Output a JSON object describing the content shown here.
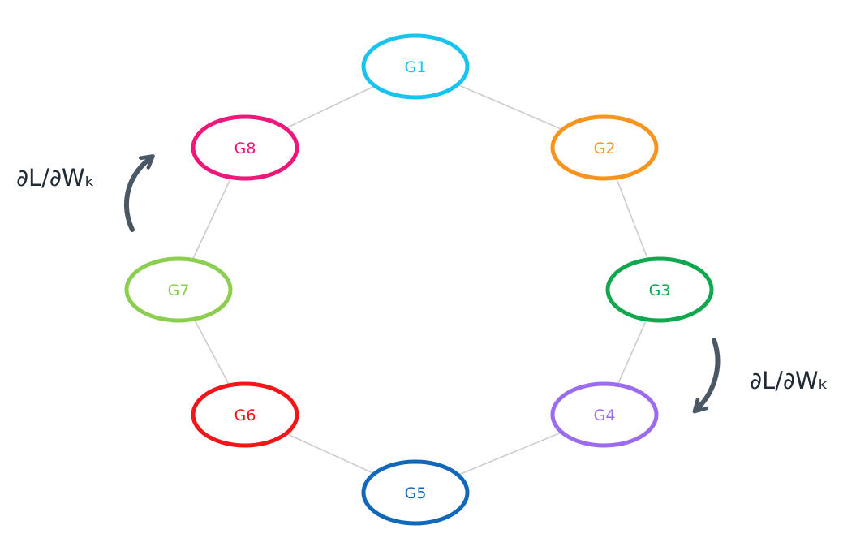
{
  "nodes": [
    {
      "id": "G1",
      "label": "G1",
      "color": "#19c3f0"
    },
    {
      "id": "G2",
      "label": "G2",
      "color": "#f7941d"
    },
    {
      "id": "G3",
      "label": "G3",
      "color": "#10a84e"
    },
    {
      "id": "G4",
      "label": "G4",
      "color": "#9b6cf0"
    },
    {
      "id": "G5",
      "label": "G5",
      "color": "#1268b8"
    },
    {
      "id": "G6",
      "label": "G6",
      "color": "#f2161a"
    },
    {
      "id": "G7",
      "label": "G7",
      "color": "#8ccf50"
    },
    {
      "id": "G8",
      "label": "G8",
      "color": "#f0167a"
    }
  ],
  "edges": [
    [
      "G1",
      "G2"
    ],
    [
      "G2",
      "G3"
    ],
    [
      "G3",
      "G4"
    ],
    [
      "G4",
      "G5"
    ],
    [
      "G5",
      "G6"
    ],
    [
      "G6",
      "G7"
    ],
    [
      "G7",
      "G8"
    ],
    [
      "G8",
      "G1"
    ]
  ],
  "edge_color": "#cccccc",
  "arrow_color": "#4a5866",
  "annotations": {
    "left_gradient": "∂L/∂Wₖ",
    "right_gradient": "∂L/∂Wₖ"
  }
}
